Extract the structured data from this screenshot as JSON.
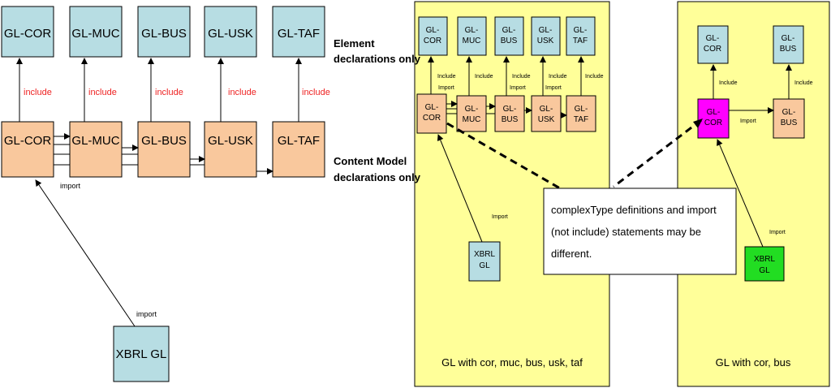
{
  "left": {
    "top_row": [
      "GL-COR",
      "GL-MUC",
      "GL-BUS",
      "GL-USK",
      "GL-TAF"
    ],
    "bottom_row": [
      "GL-COR",
      "GL-MUC",
      "GL-BUS",
      "GL-USK",
      "GL-TAF"
    ],
    "include_label": "include",
    "import_label": "import",
    "root": "XBRL GL",
    "root_import_label": "import"
  },
  "captions": {
    "element_line1": "Element",
    "element_line2": "declarations only",
    "content_line1": "Content Model",
    "content_line2": "declarations only"
  },
  "panel1": {
    "top_row": [
      [
        "GL-",
        "COR"
      ],
      [
        "GL-",
        "MUC"
      ],
      [
        "GL-",
        "BUS"
      ],
      [
        "GL-",
        "USK"
      ],
      [
        "GL-",
        "TAF"
      ]
    ],
    "bottom_row": [
      [
        "GL-",
        "COR"
      ],
      [
        "GL-",
        "MUC"
      ],
      [
        "GL-",
        "BUS"
      ],
      [
        "GL-",
        "USK"
      ],
      [
        "GL-",
        "TAF"
      ]
    ],
    "include_label": "Include",
    "import_label": "Import",
    "root": [
      "XBRL",
      "GL"
    ],
    "root_import_label": "Import",
    "footer": "GL with cor, muc, bus, usk, taf"
  },
  "panel2": {
    "top_row": [
      [
        "GL-",
        "COR"
      ],
      [
        "GL-",
        "BUS"
      ]
    ],
    "bottom_row": [
      [
        "GL-",
        "COR"
      ],
      [
        "GL-",
        "BUS"
      ]
    ],
    "include_label": "Include",
    "import_label": "Import",
    "root": [
      "XBRL",
      "GL"
    ],
    "root_import_label": "Import",
    "footer": "GL with cor, bus"
  },
  "note": {
    "line1": "complexType definitions  and import",
    "line2": "(not include)  statements  may be",
    "line3": "different."
  },
  "colors": {
    "blue_box": "#b7dde3",
    "orange_box": "#f9c89d",
    "panel_bg": "#ffff99",
    "magenta_box": "#ff00ff",
    "green_box": "#22dd22",
    "include_red": "#ee2222"
  }
}
